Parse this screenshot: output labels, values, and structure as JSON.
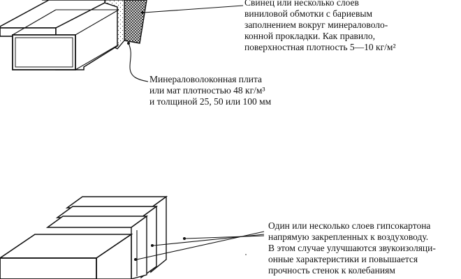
{
  "figure": {
    "top_label": "Свинец или несколько слоев\nвиниловой обмотки с бариевым\nзаполнением вокруг минераловоло-\nконной прокладки. Как правило,\nповерхностная плотность 5—10 кг/м²",
    "middle_label": "Минераловолоконная плита\nили мат плотностью 48 кг/м³\nи толщиной 25, 50 или 100 мм",
    "bottom_label": "Один или несколько слоев гипсокартона\nнапрямую закрепленных к воздуховоду.\nВ этом случае улучшаются звукоизоляци-\nонные характеристики и повышается\nпрочность стенок к колебаниям"
  },
  "colors": {
    "ink": "#111111",
    "background": "#ffffff",
    "hatch": "#333333"
  }
}
